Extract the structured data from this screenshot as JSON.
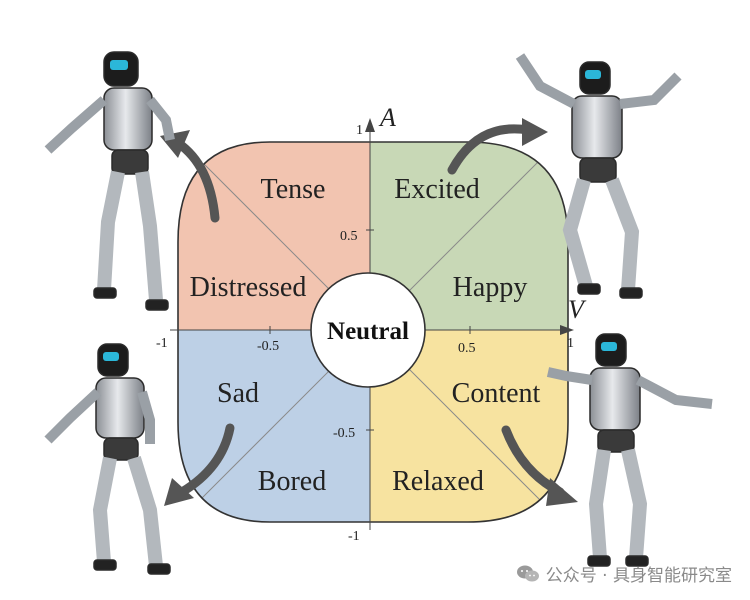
{
  "diagram": {
    "center_label": "Neutral",
    "axis_v_label": "V",
    "axis_a_label": "A",
    "ticks": {
      "v_neg1": "-1",
      "v_neg05": "-0.5",
      "v_05": "0.5",
      "v_1": "1",
      "a_1": "1",
      "a_05": "0.5",
      "a_neg05": "-0.5",
      "a_neg1": "-1"
    },
    "emotions": {
      "tense": "Tense",
      "excited": "Excited",
      "distressed": "Distressed",
      "happy": "Happy",
      "sad": "Sad",
      "content": "Content",
      "bored": "Bored",
      "relaxed": "Relaxed"
    },
    "colors": {
      "q2_red": "#f2c4b0",
      "q1_green": "#c8d8b6",
      "q3_blue": "#bdd0e6",
      "q4_yellow": "#f7e3a0",
      "outline": "#333333",
      "arrow": "#555555"
    }
  },
  "watermark": {
    "text": "公众号 · 具身智能研究室",
    "icon": "wechat-icon"
  }
}
